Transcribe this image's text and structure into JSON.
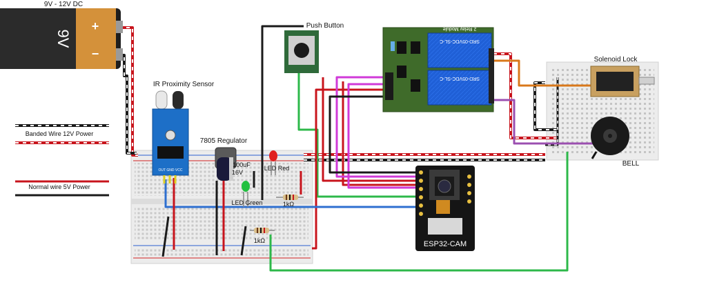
{
  "labels": {
    "battery_voltage": "9V - 12V DC",
    "battery_9v": "9V",
    "battery_plus": "+",
    "battery_minus": "−",
    "push_button": "Push Button",
    "ir_sensor": "IR Proximity Sensor",
    "relay_module": "2 Relay Module",
    "relay_part_a": "SRD-05VDC-SL-C",
    "relay_part_b": "SRD-05VDC-SL-C",
    "solenoid_lock": "Solenoid Lock",
    "regulator": "7805 Regulator",
    "capacitor_value": "100uF",
    "capacitor_voltage": "16V",
    "led_red": "LED Red",
    "led_green": "LED Green",
    "resistor_1": "1kΩ",
    "resistor_2": "1kΩ",
    "bell": "BELL",
    "esp32": "ESP32-CAM",
    "ir_pins": "OUT GND VCC"
  },
  "legend": {
    "banded": "Banded Wire 12V Power",
    "normal": "Normal wire 5V Power"
  },
  "colors": {
    "wire_red": "#c8141c",
    "wire_black": "#1a1a1a",
    "wire_green": "#2db84a",
    "wire_blue": "#2e6fd0",
    "wire_magenta": "#d03ad8",
    "wire_purple": "#9b4fb0",
    "wire_orange": "#d9781a",
    "relay_blue": "#1f5fd6",
    "pcb_green": "#3f6b2a",
    "ir_board": "#1d6fc7",
    "esp_board": "#151515"
  }
}
